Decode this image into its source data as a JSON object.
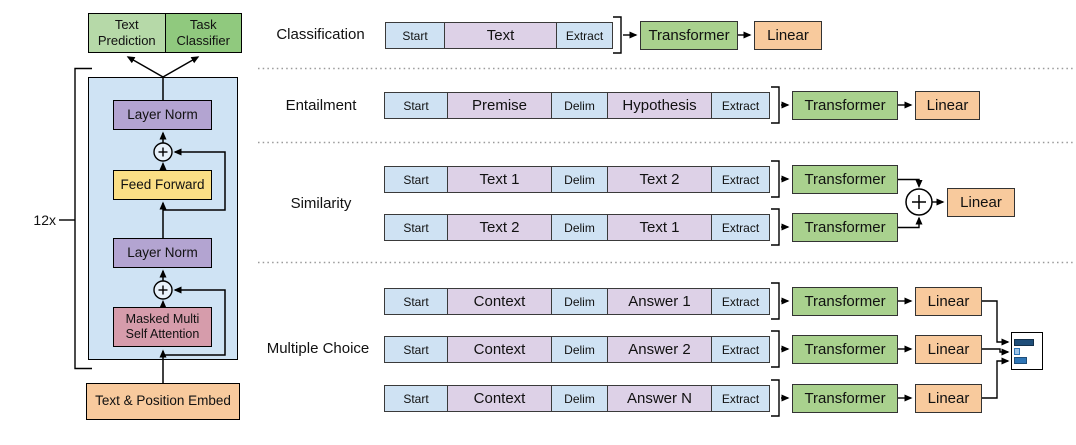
{
  "colors": {
    "cell_blue": "#cfe2f3",
    "cell_lavender": "#ddd1e7",
    "container_blue": "#cfe3f4",
    "green_light": "#b6d9a8",
    "green_medium": "#90c97e",
    "transformer_green": "#a9d18e",
    "purple": "#b3a4d1",
    "yellow": "#fbdf85",
    "pink": "#d69cab",
    "orange": "#f8ca9d",
    "score_bar_dark": "#1f4e79",
    "score_bar_light": "#9dc3e6",
    "score_bar_medium": "#2e75b6"
  },
  "model": {
    "text_prediction": "Text Prediction",
    "task_classifier": "Task Classifier",
    "repeat_label": "12x",
    "layer_norm_top": "Layer Norm",
    "feed_forward": "Feed Forward",
    "layer_norm_bottom": "Layer Norm",
    "masked_attention": "Masked Multi Self Attention",
    "embedding": "Text & Position Embed"
  },
  "tasks": {
    "classification": {
      "label": "Classification",
      "row": {
        "start": "Start",
        "text": "Text",
        "extract": "Extract"
      },
      "transformer": "Transformer",
      "linear": "Linear"
    },
    "entailment": {
      "label": "Entailment",
      "row": {
        "start": "Start",
        "premise": "Premise",
        "delim": "Delim",
        "hypothesis": "Hypothesis",
        "extract": "Extract"
      },
      "transformer": "Transformer",
      "linear": "Linear"
    },
    "similarity": {
      "label": "Similarity",
      "row1": {
        "start": "Start",
        "text_a": "Text 1",
        "delim": "Delim",
        "text_b": "Text 2",
        "extract": "Extract"
      },
      "row2": {
        "start": "Start",
        "text_a": "Text 2",
        "delim": "Delim",
        "text_b": "Text 1",
        "extract": "Extract"
      },
      "transformer1": "Transformer",
      "transformer2": "Transformer",
      "linear": "Linear"
    },
    "multiple_choice": {
      "label": "Multiple Choice",
      "rows": [
        {
          "start": "Start",
          "context": "Context",
          "delim": "Delim",
          "answer": "Answer 1",
          "extract": "Extract",
          "transformer": "Transformer",
          "linear": "Linear"
        },
        {
          "start": "Start",
          "context": "Context",
          "delim": "Delim",
          "answer": "Answer 2",
          "extract": "Extract",
          "transformer": "Transformer",
          "linear": "Linear"
        },
        {
          "start": "Start",
          "context": "Context",
          "delim": "Delim",
          "answer": "Answer N",
          "extract": "Extract",
          "transformer": "Transformer",
          "linear": "Linear"
        }
      ],
      "score_bars": {
        "relative_widths": [
          20,
          6,
          13
        ],
        "colors": [
          "#1f4e79",
          "#9dc3e6",
          "#2e75b6"
        ]
      }
    }
  }
}
